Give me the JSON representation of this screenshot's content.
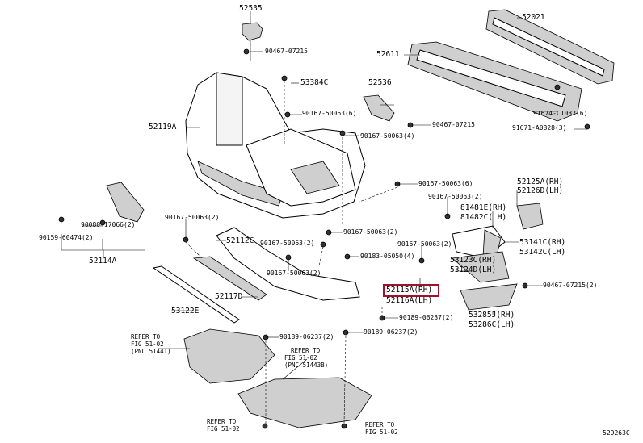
{
  "labels": {
    "p52535": "52535",
    "p90467_07215_a": "90467-07215",
    "p52021": "52021",
    "p52611": "52611",
    "p53384C": "53384C",
    "p52536": "52536",
    "p90167_50063_6_a": "90167-50063(6)",
    "p90467_07215_b": "90467-07215",
    "p91674_C1032": "91674-C1032(6)",
    "p52119A": "52119A",
    "p90167_50063_4_a": "90167-50063(4)",
    "p91671_A0828": "91671-A0828(3)",
    "p90167_50063_6_b": "90167-50063(6)",
    "p52125A": "52125A(RH)",
    "p52126D": "52126D(LH)",
    "p90167_50063_2_a": "90167-50063(2)",
    "p90080_17066": "90080-17066(2)",
    "p81481E": "81481E(RH)",
    "p81482C": "81482C(LH)",
    "p90159_60474": "90159-60474(2)",
    "p90167_50063_2_b": "90167-50063(2)",
    "p90167_50063_2_c": "90167-50063(2)",
    "p52112C": "52112C",
    "p53141C": "53141C(RH)",
    "p53142C": "53142C(LH)",
    "p90167_50063_2_d": "90167-50063(2)",
    "p52114A": "52114A",
    "p90167_50063_2_e": "90167-50063(2)",
    "p90183_05050": "90183-05050(4)",
    "p53123C": "53123C(RH)",
    "p53124D": "53124D(LH)",
    "p90167_50063_2_f": "90167-50063(2)",
    "p52115A": "52115A(RH)",
    "p52116A": "52116A(LH)",
    "p90467_07215_2": "90467-07215(2)",
    "p52117D": "52117D",
    "p53122E": "53122E",
    "p90189_06237_2_a": "90189-06237(2)",
    "p53285J": "53285J(RH)",
    "p53286C": "53286C(LH)",
    "p90189_06237_2_b": "90189-06237(2)",
    "p90189_06237_2_c": "90189-06237(2)",
    "refer1_l1": "REFER TO",
    "refer1_l2": "FIG 51-02",
    "refer1_l3": "(PNC 51441)",
    "refer2_l1": "REFER TO",
    "refer2_l2": "FIG 51-02",
    "refer2_l3": "(PNC 51443B)",
    "refer3_l1": "REFER TO",
    "refer3_l2": "FIG 51-02",
    "refer4_l1": "REFER TO",
    "refer4_l2": "FIG 51-02",
    "diagram_id": "529263C"
  },
  "highlight": {
    "part": "52115A(RH)",
    "color": "#a0112b"
  }
}
